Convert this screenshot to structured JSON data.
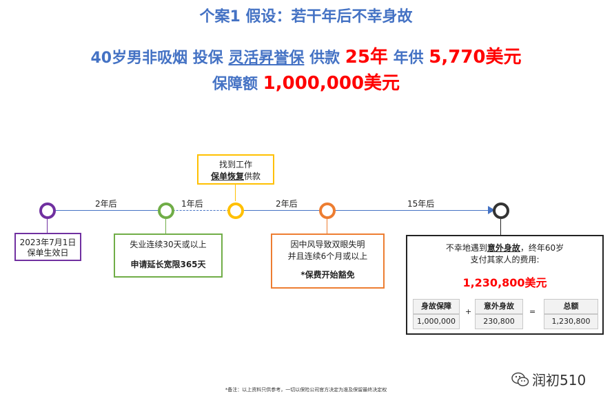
{
  "title": "个案1 假设：若干年后不幸身故",
  "subtitle": {
    "part1": "40岁男非吸烟 投保 ",
    "product": "灵活昇誉保",
    "part2": " 供款 ",
    "term": "25年",
    "part3": " 年供 ",
    "premium": "5,770美元"
  },
  "coverage": {
    "label": "保障额 ",
    "amount": "1,000,000美元"
  },
  "timeline": {
    "segments": [
      "2年后",
      "1年后",
      "2年后",
      "15年后"
    ],
    "nodes": [
      {
        "color": "#7030a0"
      },
      {
        "color": "#70ad47"
      },
      {
        "color": "#ffc000"
      },
      {
        "color": "#ed7d31"
      },
      {
        "color": "#333333"
      }
    ],
    "line_color": "#4472c4"
  },
  "events": {
    "start": {
      "line1": "2023年7月1日",
      "line2": "保单生效日"
    },
    "unemployed": {
      "line1": "失业连续30天或以上",
      "line2": "申请延长宽限365天"
    },
    "job": {
      "line1": "找到工作",
      "line2_bold": "保单恢复",
      "line2_rest": "供款"
    },
    "stroke": {
      "line1": "因中风导致双眼失明",
      "line2": "并且连续6个月或以上",
      "line3": "*保费开始豁免"
    }
  },
  "summary": {
    "text1": "不幸地遇到",
    "text_bold": "意外身故",
    "text2": "，终年60岁",
    "line2": "支付其家人的费用:",
    "amount": "1,230,800美元",
    "headers": [
      "身故保障",
      "意外身故",
      "总额"
    ],
    "values": [
      "1,000,000",
      "230,800",
      "1,230,800"
    ],
    "plus": "+",
    "equals": "="
  },
  "footnote": "*备注：以上资料只供参考，一切以保险公司官方决定为准及保留最终决定权",
  "watermark": "润初510"
}
